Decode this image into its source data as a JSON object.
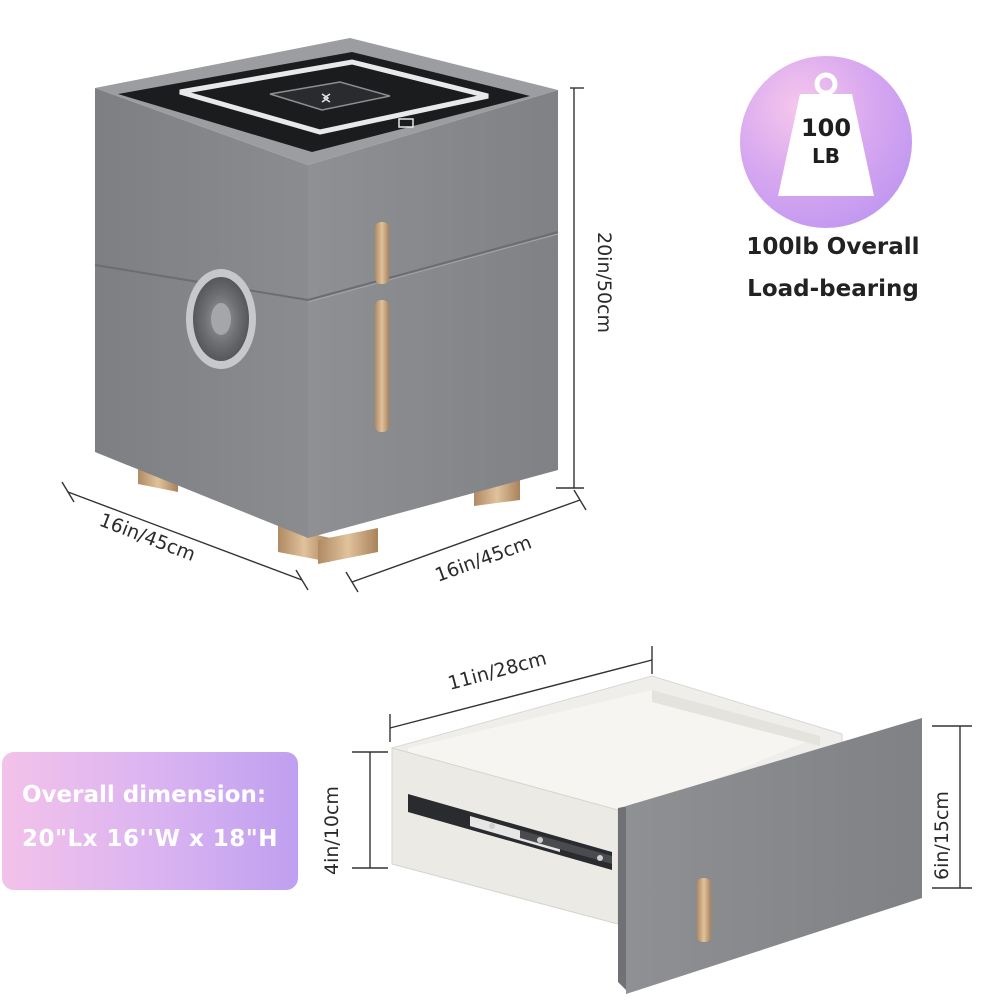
{
  "dimensions": {
    "cabinet_height": "20in/50cm",
    "cabinet_depth": "16in/45cm",
    "cabinet_width": "16in/45cm",
    "drawer_width": "11in/28cm",
    "drawer_inner_height": "4in/10cm",
    "drawer_front_height": "6in/15cm"
  },
  "load_badge": {
    "number": "100",
    "unit": "LB",
    "icon": "weight-icon",
    "line1": "100lb Overall",
    "line2": "Load-bearing"
  },
  "overall_dimension": {
    "title": "Overall dimension:",
    "value": "20\"Lx 16''W x 18\"H"
  },
  "colors": {
    "cabinet_gray": "#8b8d90",
    "handle_gold": "#c9a47a",
    "badge_purple": "#c9a0f0",
    "badge_pink": "#f3c2ea"
  }
}
